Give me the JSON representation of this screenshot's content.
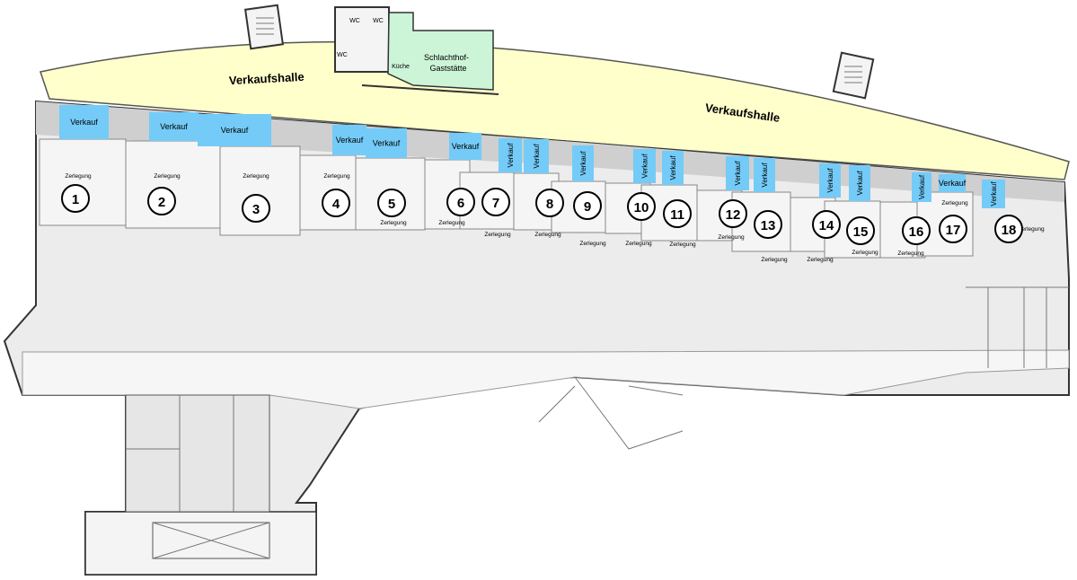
{
  "hall": {
    "label_left": "Verkaufshalle",
    "label_right": "Verkaufshalle"
  },
  "restaurant": {
    "name_line1": "Schlachthof-",
    "name_line2": "Gaststätte",
    "kitchen": "Küche",
    "wc": [
      "WC",
      "WC",
      "WC"
    ]
  },
  "units": [
    {
      "number": "1",
      "sales": "Verkauf",
      "cutting": "Zerlegung"
    },
    {
      "number": "2",
      "sales": "Verkauf",
      "cutting": "Zerlegung"
    },
    {
      "number": "3",
      "sales": "Verkauf",
      "cutting": "Zerlegung"
    },
    {
      "number": "4",
      "sales": "Verkauf",
      "cutting": "Zerlegung"
    },
    {
      "number": "5",
      "sales": "Verkauf",
      "cutting": "Zerlegung"
    },
    {
      "number": "6",
      "sales": "Verkauf",
      "cutting": "Zerlegung"
    },
    {
      "number": "7",
      "sales": "Verkauf",
      "cutting": "Zerlegung"
    },
    {
      "number": "8",
      "sales": "Verkauf",
      "cutting": "Zerlegung"
    },
    {
      "number": "9",
      "sales": "Verkauf",
      "cutting": "Zerlegung"
    },
    {
      "number": "10",
      "sales": "Verkauf",
      "cutting": "Zerlegung"
    },
    {
      "number": "11",
      "sales": "Verkauf",
      "cutting": "Zerlegung"
    },
    {
      "number": "12",
      "sales": "Verkauf",
      "cutting": "Zerlegung"
    },
    {
      "number": "13",
      "sales": "Verkauf",
      "cutting": "Zerlegung"
    },
    {
      "number": "14",
      "sales": "Verkauf",
      "cutting": "Zerlegung"
    },
    {
      "number": "15",
      "sales": "Verkauf",
      "cutting": "Zerlegung"
    },
    {
      "number": "16",
      "sales": "Verkauf",
      "cutting": "Zerlegung"
    },
    {
      "number": "17",
      "sales": "Verkauf",
      "cutting": "Zerlegung"
    },
    {
      "number": "18",
      "sales": "Verkauf",
      "cutting": "Zerlegung"
    }
  ],
  "colors": {
    "hall": "#ffffcc",
    "sales": "#74cbf7",
    "restaurant": "#ccf5d8",
    "room": "#f4f4f4",
    "corridor": "#e2e2e2",
    "service": "#cfcfcf"
  }
}
